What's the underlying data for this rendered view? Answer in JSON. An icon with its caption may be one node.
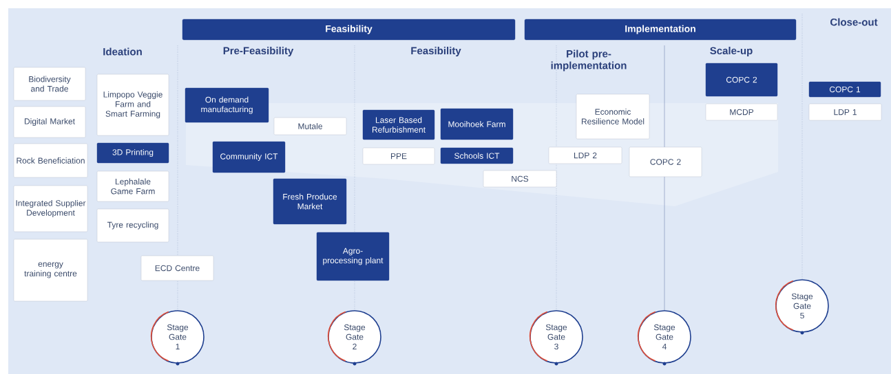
{
  "diagram": {
    "nodes": [
      {
        "text": [
          "Feasibility"
        ]
      },
      {
        "text": [
          "Implementation"
        ]
      },
      {
        "text": [
          "Biodiversity and Trade"
        ]
      },
      {
        "text": [
          "Digital Market"
        ]
      },
      {
        "text": [
          "Rock Beneficiation"
        ]
      },
      {
        "text": [
          "Integrated Supplier Development"
        ]
      },
      {
        "text": [
          "energy training centre"
        ]
      },
      {
        "text": [
          "Limpopo Veggie Farm and Smart Farming"
        ]
      },
      {
        "text": [
          "3D Printing"
        ]
      },
      {
        "text": [
          "Lephalale Game Farm"
        ]
      },
      {
        "text": [
          "Tyre recycling"
        ]
      },
      {
        "text": [
          "ECD Centre"
        ]
      },
      {
        "text": [
          "On demand manufacturing"
        ]
      },
      {
        "text": [
          "Mutale"
        ]
      },
      {
        "text": [
          "Community ICT"
        ]
      },
      {
        "text": [
          "Fresh Produce Market"
        ]
      },
      {
        "text": [
          "Agro-processing plant"
        ]
      },
      {
        "text": [
          "Laser Based Refurbishment"
        ]
      },
      {
        "text": [
          "Mooihoek Farm"
        ]
      },
      {
        "text": [
          "PPE"
        ]
      },
      {
        "text": [
          "Schools ICT"
        ]
      },
      {
        "text": [
          "NCS"
        ]
      },
      {
        "text": [
          "Economic Resilience Model"
        ]
      },
      {
        "text": [
          "LDP 2"
        ]
      },
      {
        "text": [
          "COPC 2"
        ]
      },
      {
        "text": [
          "COPC 2"
        ]
      },
      {
        "text": [
          "MCDP"
        ]
      },
      {
        "text": [
          "COPC 1"
        ]
      },
      {
        "text": [
          "LDP 1"
        ]
      },
      {
        "text": [
          "Stage Gate 1"
        ]
      },
      {
        "text": [
          "Stage Gate 2"
        ]
      },
      {
        "text": [
          "Stage Gate 3"
        ]
      },
      {
        "text": [
          "Stage Gate 4"
        ]
      },
      {
        "text": [
          "Stage Gate 5"
        ]
      }
    ],
    "labels": [
      "Close-out",
      "Ideation",
      "Pre-Feasibility",
      "Feasibility",
      "Pilot pre-implementation",
      "Scale-up"
    ]
  }
}
